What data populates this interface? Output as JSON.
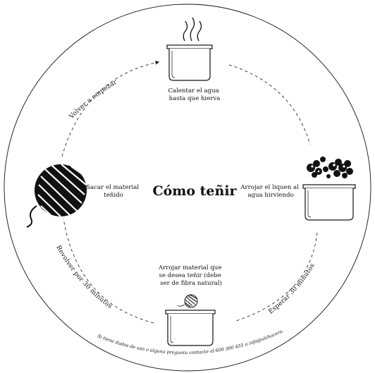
{
  "title": "Cómo teñir",
  "steps": {
    "top": {
      "line1": "Calentar el agua",
      "line2": "hasta que hierva",
      "icon": "steaming-pot-icon"
    },
    "right": {
      "line1": "Arrojar el liquen al",
      "line2": "agua hirviendo",
      "icon": "pot-with-lichen-icon"
    },
    "bottom": {
      "line1": "Arrojar material que",
      "line2": "se desea teñir (debe",
      "line3": "ser de fibra natural)",
      "icon": "pot-with-yarn-icon"
    },
    "left": {
      "line1": "Sacar el material",
      "line2": "teñido",
      "icon": "yarn-ball-icon"
    }
  },
  "transitions": {
    "left_to_top": "Volver a empezar",
    "bottom_to_left": "Revolver por 30 minutos",
    "right_to_bottom": "Esperar 30 minutos"
  },
  "footer": "Si tiene dudas de uso o alguna pregunta contacte al 600 300 455 o info@alchacero.cl",
  "colors": {
    "ink": "#111111",
    "background": "#ffffff"
  }
}
